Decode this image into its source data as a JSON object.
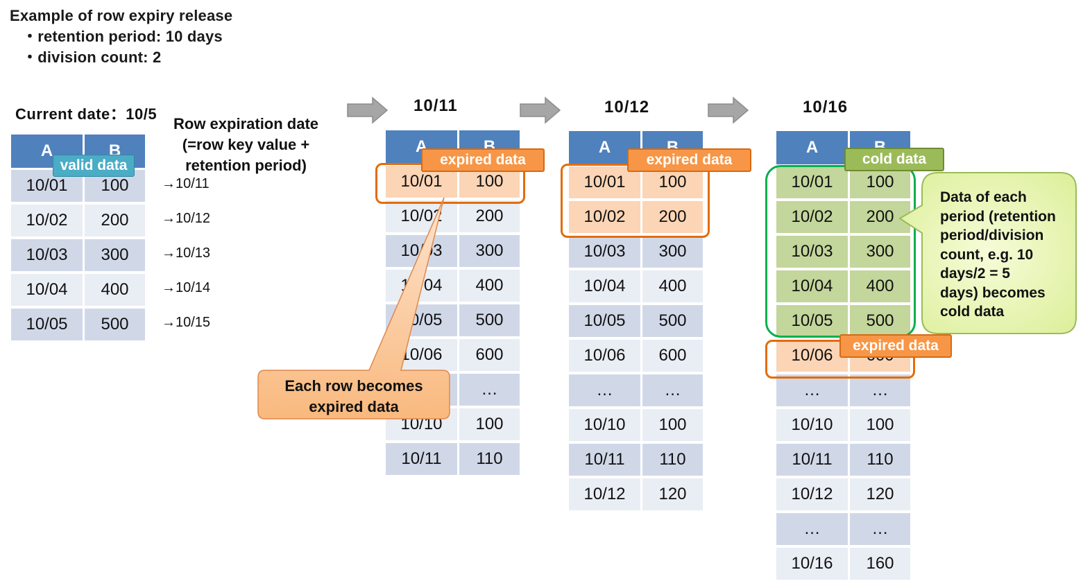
{
  "intro": {
    "line1": "Example of row expiry release",
    "line2": "・retention period: 10 days",
    "line3": "・division count: 2"
  },
  "current": {
    "label": "Current date：10/5",
    "valid_tag": "valid data",
    "expiration_label_1": "Row expiration date",
    "expiration_label_2": "(=row key value +",
    "expiration_label_3": "retention period)",
    "expirations": [
      "→10/11",
      "→10/12",
      "→10/13",
      "→10/14",
      "→10/15"
    ]
  },
  "tables": [
    {
      "heading": "",
      "header": [
        "A",
        "B"
      ],
      "rows": [
        [
          "10/01",
          "100"
        ],
        [
          "10/02",
          "200"
        ],
        [
          "10/03",
          "300"
        ],
        [
          "10/04",
          "400"
        ],
        [
          "10/05",
          "500"
        ]
      ]
    },
    {
      "heading": "10/11",
      "header": [
        "A",
        "B"
      ],
      "tag": "expired data",
      "rows": [
        [
          "10/01",
          "100"
        ],
        [
          "10/02",
          "200"
        ],
        [
          "10/03",
          "300"
        ],
        [
          "10/04",
          "400"
        ],
        [
          "10/05",
          "500"
        ],
        [
          "10/06",
          "600"
        ],
        [
          "…",
          "…"
        ],
        [
          "10/10",
          "100"
        ],
        [
          "10/11",
          "110"
        ]
      ]
    },
    {
      "heading": "10/12",
      "header": [
        "A",
        "B"
      ],
      "tag": "expired data",
      "rows": [
        [
          "10/01",
          "100"
        ],
        [
          "10/02",
          "200"
        ],
        [
          "10/03",
          "300"
        ],
        [
          "10/04",
          "400"
        ],
        [
          "10/05",
          "500"
        ],
        [
          "10/06",
          "600"
        ],
        [
          "…",
          "…"
        ],
        [
          "10/10",
          "100"
        ],
        [
          "10/11",
          "110"
        ],
        [
          "10/12",
          "120"
        ]
      ]
    },
    {
      "heading": "10/16",
      "header": [
        "A",
        "B"
      ],
      "tag": "cold data",
      "tag2": "expired data",
      "rows": [
        [
          "10/01",
          "100"
        ],
        [
          "10/02",
          "200"
        ],
        [
          "10/03",
          "300"
        ],
        [
          "10/04",
          "400"
        ],
        [
          "10/05",
          "500"
        ],
        [
          "10/06",
          "600"
        ],
        [
          "…",
          "…"
        ],
        [
          "10/10",
          "100"
        ],
        [
          "10/11",
          "110"
        ],
        [
          "10/12",
          "120"
        ],
        [
          "…",
          "…"
        ],
        [
          "10/16",
          "160"
        ]
      ]
    }
  ],
  "callout_orange": {
    "line1": "Each row becomes",
    "line2": "expired data"
  },
  "callout_green": {
    "line1": "Data of each",
    "line2": "period (retention",
    "line3": "period/division",
    "line4": "count, e.g. 10",
    "line5": "days/2 = 5",
    "line6": "days) becomes",
    "line7": "cold data"
  },
  "colors": {
    "header": "#4f81bd",
    "row_odd": "#d0d8e8",
    "row_even": "#e9edf4",
    "expired": "#fbd5b5",
    "cold": "#c3d69b",
    "expired_outline": "#e36c09",
    "cold_outline": "#00b050",
    "tag_orange": "#f79646",
    "tag_green": "#9bbb59",
    "tag_teal": "#4bacc6",
    "arrow": "#a6a6a6"
  }
}
